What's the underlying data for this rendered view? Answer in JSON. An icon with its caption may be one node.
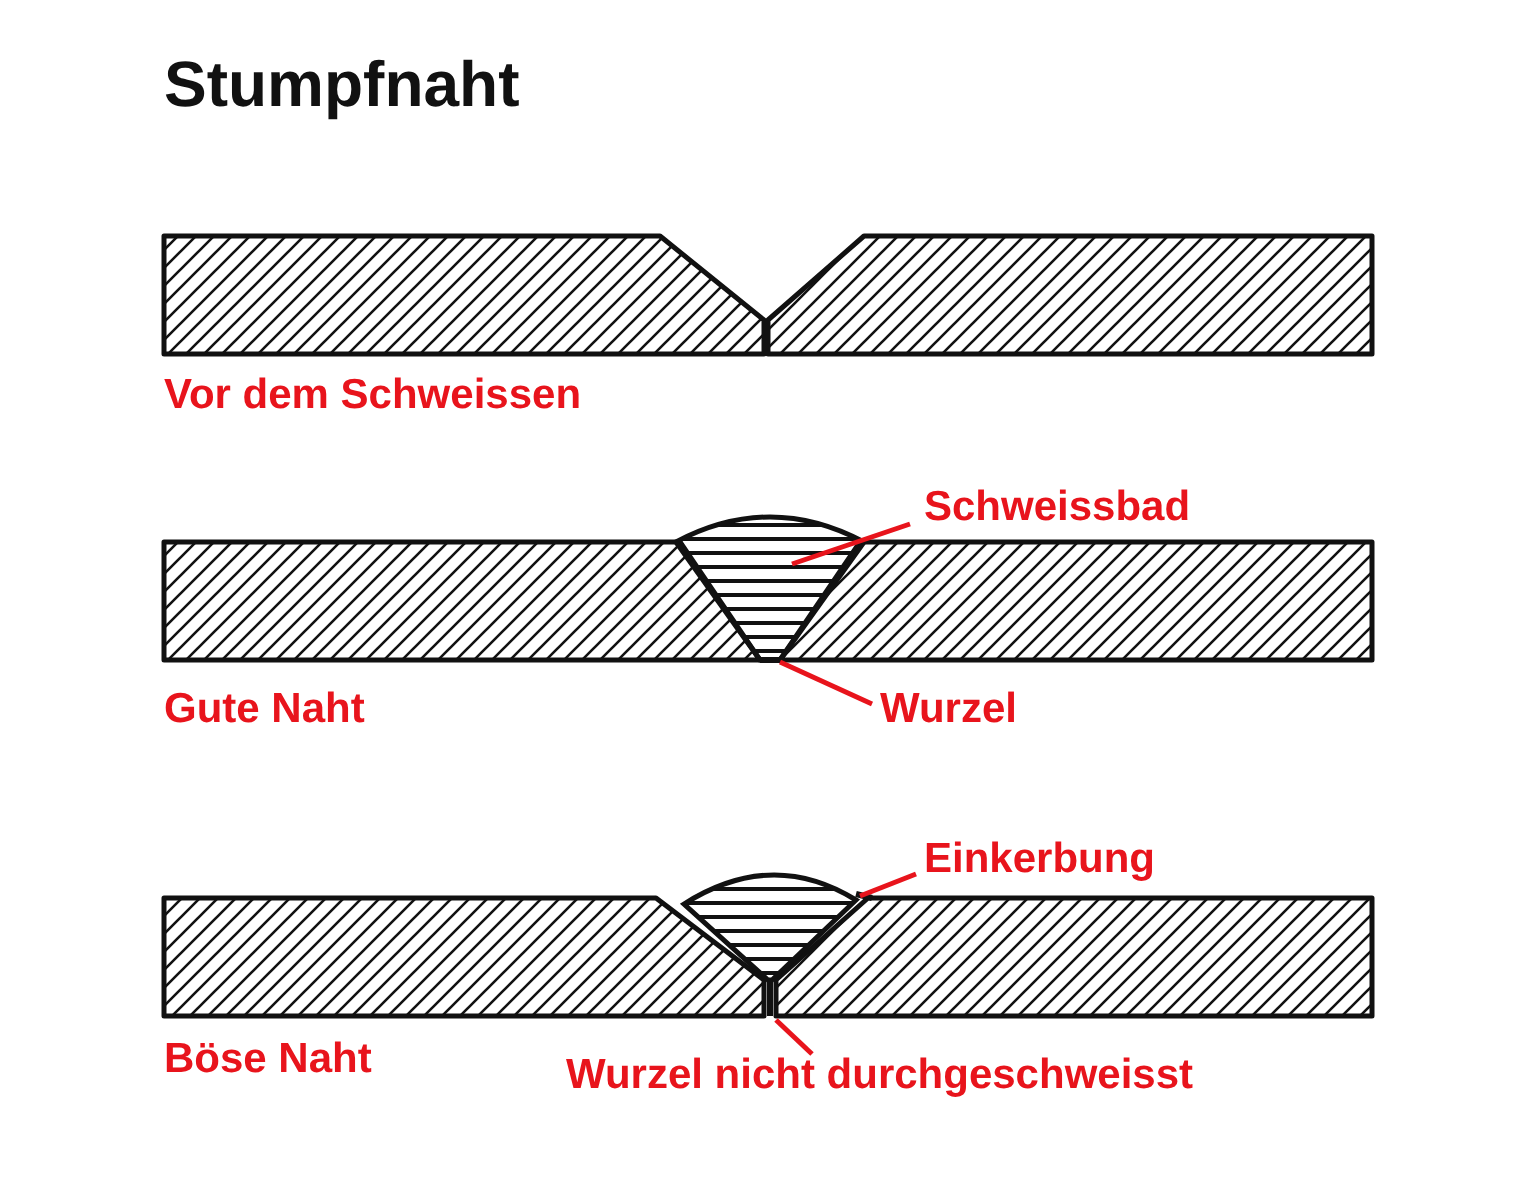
{
  "diagram": {
    "title": "Stumpfnaht",
    "nodes": [
      {
        "text": [
          "Schweissbad"
        ]
      },
      {
        "text": [],
        "shape": "picture"
      },
      {
        "text": [
          "Wurzel"
        ]
      },
      {
        "text": [],
        "shape": "picture"
      },
      {
        "text": [
          "Einkerbung"
        ]
      },
      {
        "text": [],
        "shape": "picture"
      },
      {
        "text": [
          "Wurzel nicht durchgeschweisst"
        ]
      },
      {
        "text": [],
        "shape": "picture"
      }
    ],
    "edges": [
      {
        "from": 0,
        "to": 1,
        "arrow": "none"
      },
      {
        "from": 2,
        "to": 3,
        "arrow": "none"
      },
      {
        "from": 4,
        "to": 5,
        "arrow": "none"
      },
      {
        "from": 6,
        "to": 7,
        "arrow": "none"
      }
    ],
    "labels": [
      "Vor dem Schweissen",
      "Gute Naht",
      "Böse Naht"
    ]
  }
}
